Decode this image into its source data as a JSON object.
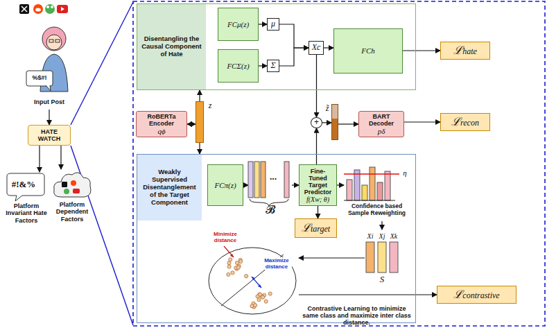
{
  "diagram": {
    "nodes": [
      {
        "text": [
          "%$#!",
          "Input Post"
        ]
      },
      {
        "text": [
          "HATE WATCH"
        ]
      },
      {
        "text": [
          "#!&%",
          "Platform Invariant Hate Factors"
        ]
      },
      {
        "text": [
          "Platform Dependent Factors"
        ]
      },
      {
        "text": [
          "Disentangling the Causal Component of Hate"
        ]
      },
      {
        "text": [
          "FCμ(z)"
        ],
        "in": 4
      },
      {
        "text": [
          "FCΣ(z)"
        ],
        "in": 4
      },
      {
        "text": [
          "μ"
        ],
        "in": 4
      },
      {
        "text": [
          "Σ"
        ],
        "in": 4
      },
      {
        "text": [
          "Xc"
        ],
        "in": 4
      },
      {
        "text": [
          "FCh"
        ],
        "in": 4
      },
      {
        "text": [
          "ℒhate"
        ]
      },
      {
        "text": [
          "RoBERTa Encoder",
          "qϕ"
        ]
      },
      {
        "text": [
          "z"
        ]
      },
      {
        "text": [
          "+"
        ]
      },
      {
        "text": [
          "z̃"
        ]
      },
      {
        "text": [
          "BART Decoder",
          "pδ"
        ]
      },
      {
        "text": [
          "ℒrecon"
        ]
      },
      {
        "text": [
          "Weakly Supervised Disentanglement of the Target Component"
        ]
      },
      {
        "text": [
          "FCπ(z)"
        ],
        "in": 18
      },
      {
        "text": [
          "...",
          "𝓑"
        ],
        "in": 18
      },
      {
        "text": [
          "Fine-Tuned Target Predictor",
          "f(Xw; θ)"
        ],
        "in": 18
      },
      {
        "text": [
          "η",
          "Confidence based Sample Reweighting"
        ],
        "in": 18
      },
      {
        "text": [
          "ℒtarget"
        ],
        "in": 18
      },
      {
        "text": [
          "Xi",
          "Xj",
          "Xk",
          "S"
        ],
        "in": 18
      },
      {
        "text": [
          "Minimize distance",
          "Maximize distance"
        ],
        "in": 18
      },
      {
        "text": [
          "ℒcontrastive"
        ]
      }
    ],
    "edges": [
      {
        "from": 0,
        "to": 1,
        "arrow": "to"
      },
      {
        "from": 1,
        "to": 2,
        "arrow": "to"
      },
      {
        "from": 1,
        "to": 3,
        "arrow": "to"
      },
      {
        "from": 12,
        "to": 13,
        "arrow": "both"
      },
      {
        "from": 13,
        "to": 4,
        "arrow": "to"
      },
      {
        "from": 13,
        "to": 18,
        "arrow": "to"
      },
      {
        "from": 5,
        "to": 7,
        "arrow": "to"
      },
      {
        "from": 6,
        "to": 8,
        "arrow": "to"
      },
      {
        "from": 7,
        "to": 9,
        "arrow": "to"
      },
      {
        "from": 8,
        "to": 9,
        "arrow": "to"
      },
      {
        "from": 9,
        "to": 10,
        "arrow": "to"
      },
      {
        "from": 10,
        "to": 11,
        "arrow": "to"
      },
      {
        "from": 9,
        "to": 14,
        "arrow": "to"
      },
      {
        "from": 14,
        "to": 15,
        "arrow": "to"
      },
      {
        "from": 15,
        "to": 16,
        "arrow": "to"
      },
      {
        "from": 16,
        "to": 17,
        "arrow": "to"
      },
      {
        "from": 19,
        "to": 20,
        "arrow": "to"
      },
      {
        "from": 20,
        "to": 21,
        "arrow": "to"
      },
      {
        "from": 21,
        "to": 22,
        "arrow": "to"
      },
      {
        "from": 21,
        "to": 23,
        "arrow": "to"
      },
      {
        "from": 21,
        "to": 14,
        "arrow": "to"
      },
      {
        "from": 22,
        "to": 24,
        "arrow": "to"
      },
      {
        "from": 24,
        "to": 25,
        "arrow": "to"
      },
      {
        "from": 25,
        "to": 26,
        "arrow": "to"
      }
    ],
    "labels": [
      "Contrastive Learning to minimize same class and maximize inter class distance."
    ]
  }
}
